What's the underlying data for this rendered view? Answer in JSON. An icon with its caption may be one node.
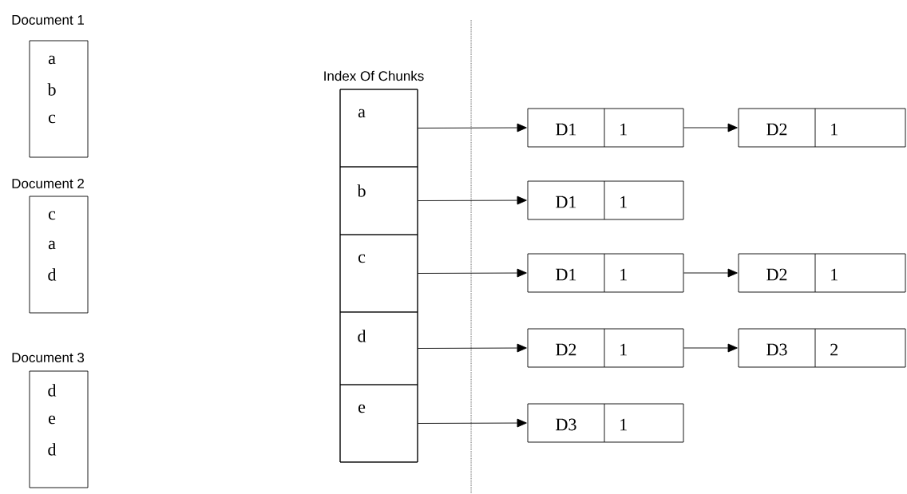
{
  "diagram": {
    "nodes": [
      {
        "text": [
          "Document 1",
          "a",
          "b",
          "c"
        ]
      },
      {
        "text": [
          "Document 2",
          "c",
          "a",
          "d"
        ]
      },
      {
        "text": [
          "Document 3",
          "d",
          "e",
          "d"
        ]
      },
      {
        "text": [
          "Index Of Chunks"
        ]
      },
      {
        "text": [
          "a"
        ],
        "in": 3
      },
      {
        "text": [
          "b"
        ],
        "in": 3
      },
      {
        "text": [
          "c"
        ],
        "in": 3
      },
      {
        "text": [
          "d"
        ],
        "in": 3
      },
      {
        "text": [
          "e"
        ],
        "in": 3
      },
      {
        "text": [
          "D1",
          "1"
        ]
      },
      {
        "text": [
          "D2",
          "1"
        ]
      },
      {
        "text": [
          "D1",
          "1"
        ]
      },
      {
        "text": [
          "D1",
          "1"
        ]
      },
      {
        "text": [
          "D2",
          "1"
        ]
      },
      {
        "text": [
          "D2",
          "1"
        ]
      },
      {
        "text": [
          "D3",
          "2"
        ]
      },
      {
        "text": [
          "D3",
          "1"
        ]
      }
    ],
    "edges": [
      {
        "from": 4,
        "to": 9,
        "arrow": "to"
      },
      {
        "from": 9,
        "to": 10,
        "arrow": "to"
      },
      {
        "from": 5,
        "to": 11,
        "arrow": "to"
      },
      {
        "from": 6,
        "to": 12,
        "arrow": "to"
      },
      {
        "from": 12,
        "to": 13,
        "arrow": "to"
      },
      {
        "from": 7,
        "to": 14,
        "arrow": "to"
      },
      {
        "from": 14,
        "to": 15,
        "arrow": "to"
      },
      {
        "from": 8,
        "to": 16,
        "arrow": "to"
      }
    ]
  }
}
